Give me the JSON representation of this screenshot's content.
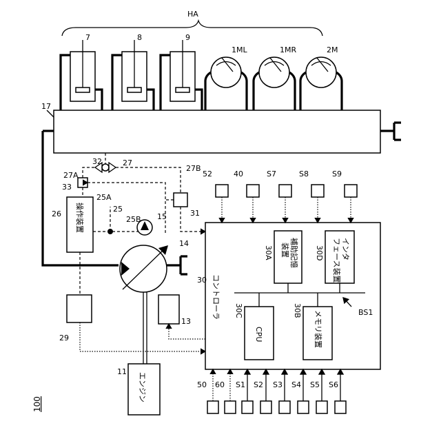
{
  "labels": {
    "HA": "HA",
    "cyl7": "7",
    "cyl8": "8",
    "cyl9": "9",
    "m1ml": "1ML",
    "m1mr": "1MR",
    "m2m": "2M",
    "v17": "17",
    "n32": "32",
    "n27": "27",
    "n27A": "27A",
    "n27B": "27B",
    "n33": "33",
    "n26": "26",
    "opdev": "操作装置",
    "n25A": "25A",
    "n25": "25",
    "n25B": "25B",
    "n15": "15",
    "n31": "31",
    "n14": "14",
    "n29": "29",
    "n13": "13",
    "n11": "11",
    "engine": "エンジン",
    "n30": "30",
    "controller": "コントローラ",
    "bs1": "BS1",
    "n30A": "30A",
    "aux1": "補助記憶",
    "aux2": "装置",
    "n30D": "30D",
    "if1": "インタ",
    "if2": "フェース装置",
    "n30C": "30C",
    "cpu": "CPU",
    "n30B": "30B",
    "mem": "メモリ装置",
    "n52": "52",
    "n40": "40",
    "s7": "S7",
    "s8": "S8",
    "s9": "S9",
    "n50": "50",
    "n60": "60",
    "s1": "S1",
    "s2": "S2",
    "s3": "S3",
    "s4": "S4",
    "s5": "S5",
    "s6": "S6",
    "n100": "100"
  }
}
